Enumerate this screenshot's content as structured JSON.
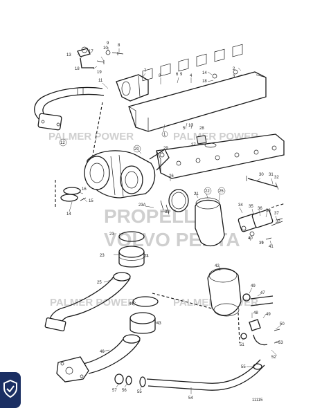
{
  "watermarks": {
    "left_1": "PALMER POWER",
    "right_1": "PALMER POWER",
    "center_line1": "PROPELLER",
    "center_line2": "VOLVO PENTA",
    "left_2": "PALMER POWER",
    "right_2": "PALMER POWER"
  },
  "drawing_number": "11115",
  "callouts": {
    "c1": "1",
    "c2": "2",
    "c3": "3",
    "c4": "4",
    "c5": "5",
    "c6": "6",
    "c7": "7",
    "c8a": "8",
    "c8b": "8",
    "c9a": "9",
    "c9b": "9",
    "c10a": "10",
    "c10b": "10",
    "c11": "11",
    "c13": "13",
    "c14a": "14",
    "c14b": "14",
    "c15": "15",
    "c17": "17",
    "c18a": "18",
    "c18b": "18",
    "c19": "19",
    "c21": "21",
    "c22": "22",
    "c23a": "23",
    "c23b": "23",
    "c23c": "23A",
    "c24": "24",
    "c25": "25",
    "c26": "26",
    "c27": "27",
    "c28": "28",
    "c29": "29",
    "c30": "30",
    "c31": "31",
    "c32a": "32",
    "c32b": "32",
    "c33": "33",
    "c34": "34",
    "c35": "35",
    "c36": "36",
    "c37": "37",
    "c38": "38",
    "c39": "39",
    "c40": "40",
    "c41": "41",
    "c42": "42",
    "c43": "43",
    "c44": "44",
    "c45": "45",
    "c46": "46",
    "c47": "47",
    "c48": "48",
    "c49a": "49",
    "c49b": "49",
    "c50": "50",
    "c51": "51",
    "c52": "52",
    "c53": "53",
    "c54": "54",
    "c55a": "55",
    "c55b": "55",
    "c56": "56",
    "c57": "57",
    "c12": "12",
    "c20": "20",
    "c16": "16"
  },
  "icons": {
    "badge": "shield-check-icon"
  },
  "colors": {
    "line": "#1a1a1a",
    "watermark": "#cfcfcf",
    "badge": "#1b2f63"
  }
}
